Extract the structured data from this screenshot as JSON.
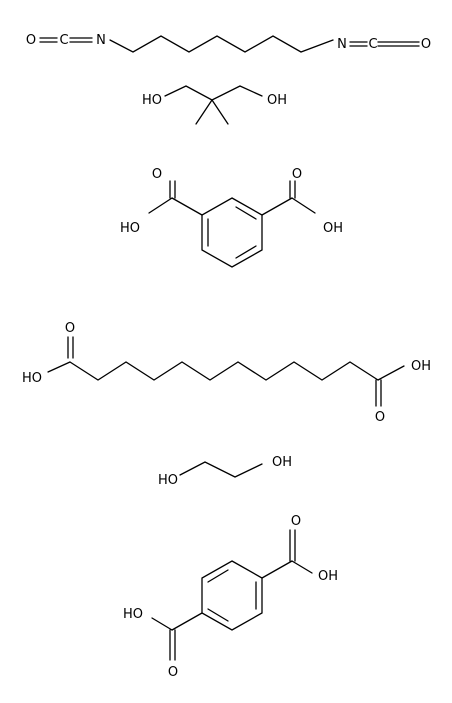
{
  "molecules": [
    {
      "id": "hdi",
      "labels": {
        "o1": "O",
        "c1": "C",
        "n1": "N",
        "n2": "N",
        "c2": "C",
        "o2": "O"
      }
    },
    {
      "id": "neopentyl-glycol",
      "labels": {
        "oh1": "HO",
        "oh2": "OH"
      }
    },
    {
      "id": "isophthalic-acid",
      "labels": {
        "o1": "O",
        "o2": "O",
        "oh1": "HO",
        "oh2": "OH"
      }
    },
    {
      "id": "sebacic-acid",
      "labels": {
        "o1": "O",
        "oh1": "HO",
        "oh2": "OH",
        "o2": "O"
      }
    },
    {
      "id": "ethylene-glycol",
      "labels": {
        "oh1": "OH",
        "oh2": "HO"
      }
    },
    {
      "id": "terephthalic-acid",
      "labels": {
        "o1": "O",
        "oh1": "OH",
        "oh2": "HO",
        "o2": "O"
      }
    }
  ]
}
